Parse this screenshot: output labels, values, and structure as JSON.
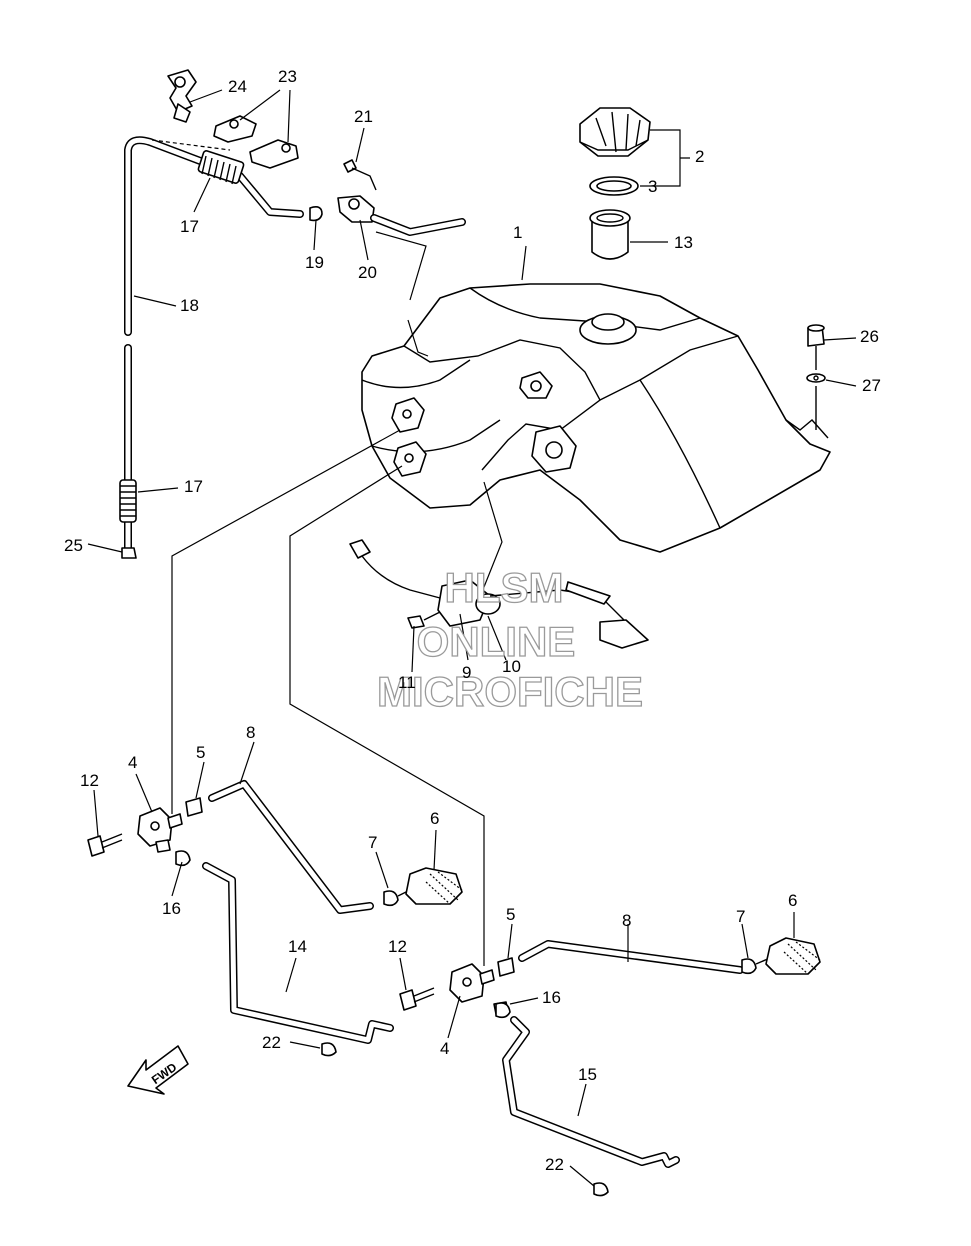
{
  "callouts": [
    {
      "id": "1",
      "label": "1"
    },
    {
      "id": "2",
      "label": "2"
    },
    {
      "id": "3",
      "label": "3"
    },
    {
      "id": "13",
      "label": "13"
    },
    {
      "id": "21",
      "label": "21"
    },
    {
      "id": "24",
      "label": "24"
    },
    {
      "id": "23",
      "label": "23"
    },
    {
      "id": "17a",
      "label": "17"
    },
    {
      "id": "19",
      "label": "19"
    },
    {
      "id": "20",
      "label": "20"
    },
    {
      "id": "18",
      "label": "18"
    },
    {
      "id": "26",
      "label": "26"
    },
    {
      "id": "27",
      "label": "27"
    },
    {
      "id": "17b",
      "label": "17"
    },
    {
      "id": "25",
      "label": "25"
    },
    {
      "id": "11",
      "label": "11"
    },
    {
      "id": "9",
      "label": "9"
    },
    {
      "id": "10",
      "label": "10"
    },
    {
      "id": "8a",
      "label": "8"
    },
    {
      "id": "4a",
      "label": "4"
    },
    {
      "id": "5a",
      "label": "5"
    },
    {
      "id": "12a",
      "label": "12"
    },
    {
      "id": "7a",
      "label": "7"
    },
    {
      "id": "6a",
      "label": "6"
    },
    {
      "id": "16a",
      "label": "16"
    },
    {
      "id": "14",
      "label": "14"
    },
    {
      "id": "12b",
      "label": "12"
    },
    {
      "id": "5b",
      "label": "5"
    },
    {
      "id": "8b",
      "label": "8"
    },
    {
      "id": "7b",
      "label": "7"
    },
    {
      "id": "6b",
      "label": "6"
    },
    {
      "id": "16b",
      "label": "16"
    },
    {
      "id": "4b",
      "label": "4"
    },
    {
      "id": "22a",
      "label": "22"
    },
    {
      "id": "15",
      "label": "15"
    },
    {
      "id": "22b",
      "label": "22"
    }
  ],
  "watermark": {
    "line1": "HLSM",
    "line2": "ONLINE",
    "line3": "MICROFICHE"
  },
  "fwd_label": "FWD"
}
